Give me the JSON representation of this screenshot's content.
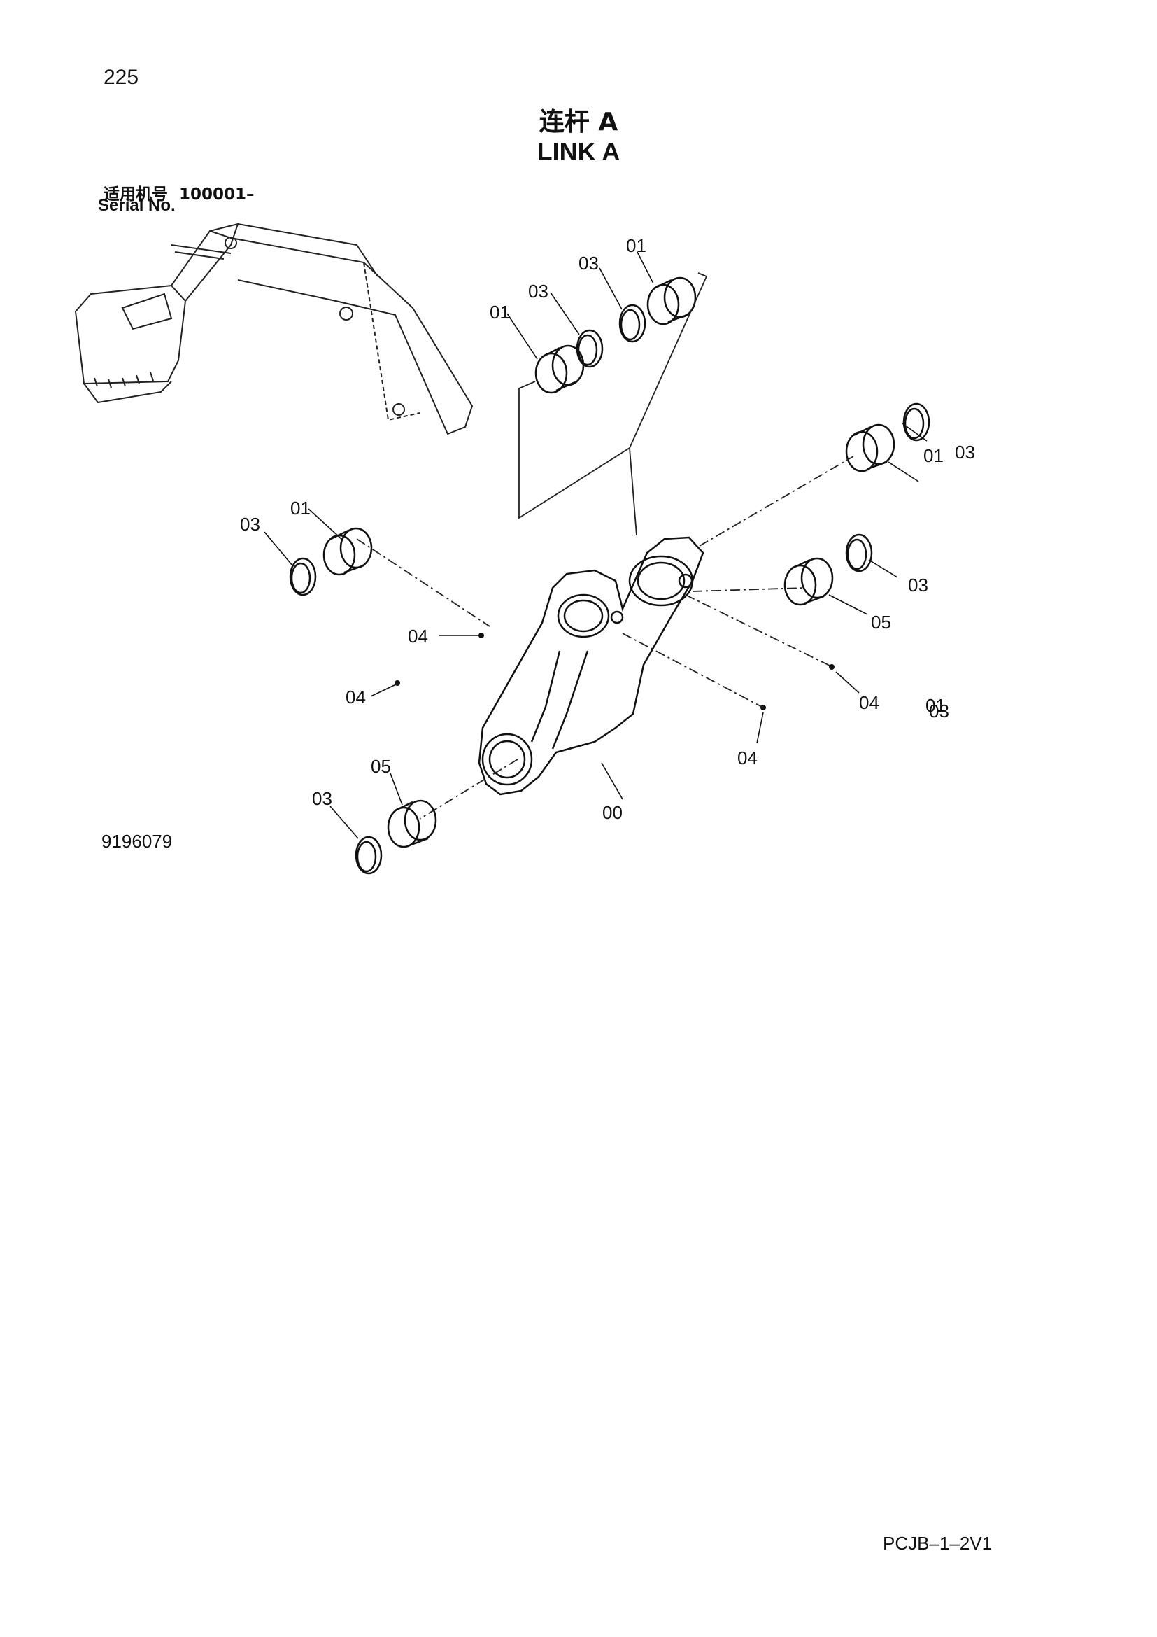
{
  "header": {
    "page_number": "225",
    "title_cn": "连杆 A",
    "title_en": "LINK A",
    "serial_label_cn": "适用机号",
    "serial_value": "100001–",
    "serial_label_en": "Serial No."
  },
  "figure": {
    "figure_number": "9196079",
    "callouts": [
      "01",
      "03",
      "03",
      "01",
      "01",
      "03",
      "03",
      "01",
      "03",
      "01",
      "03",
      "04",
      "04",
      "04",
      "04",
      "05",
      "05",
      "03",
      "00"
    ]
  },
  "footer": {
    "doc_code": "PCJB–1–2V1"
  }
}
